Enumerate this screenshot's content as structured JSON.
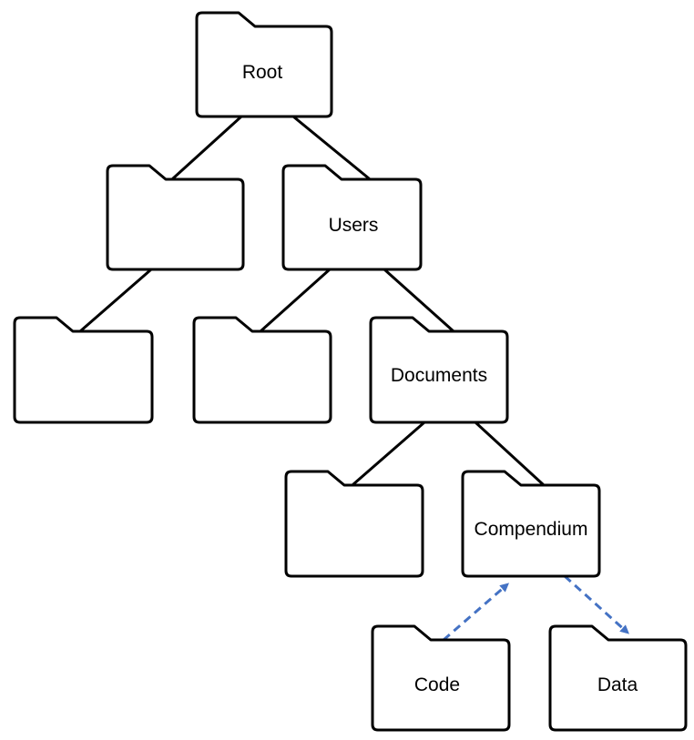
{
  "diagram": {
    "nodes": {
      "root": "Root",
      "blank_a": "",
      "users": "Users",
      "blank_b": "",
      "blank_c": "",
      "documents": "Documents",
      "blank_d": "",
      "compendium": "Compendium",
      "code": "Code",
      "data": "Data"
    },
    "edges": [
      {
        "from": "root",
        "to": "blank_a",
        "style": "solid"
      },
      {
        "from": "root",
        "to": "users",
        "style": "solid"
      },
      {
        "from": "blank_a",
        "to": "blank_b",
        "style": "solid"
      },
      {
        "from": "users",
        "to": "blank_c",
        "style": "solid"
      },
      {
        "from": "users",
        "to": "documents",
        "style": "solid"
      },
      {
        "from": "documents",
        "to": "blank_d",
        "style": "solid"
      },
      {
        "from": "documents",
        "to": "compendium",
        "style": "solid"
      },
      {
        "from": "code",
        "to": "compendium",
        "style": "dashed-arrow"
      },
      {
        "from": "compendium",
        "to": "data",
        "style": "dashed-arrow"
      }
    ],
    "colors": {
      "stroke": "#000000",
      "link_arrow": "#4472c4",
      "background": "#ffffff"
    }
  }
}
